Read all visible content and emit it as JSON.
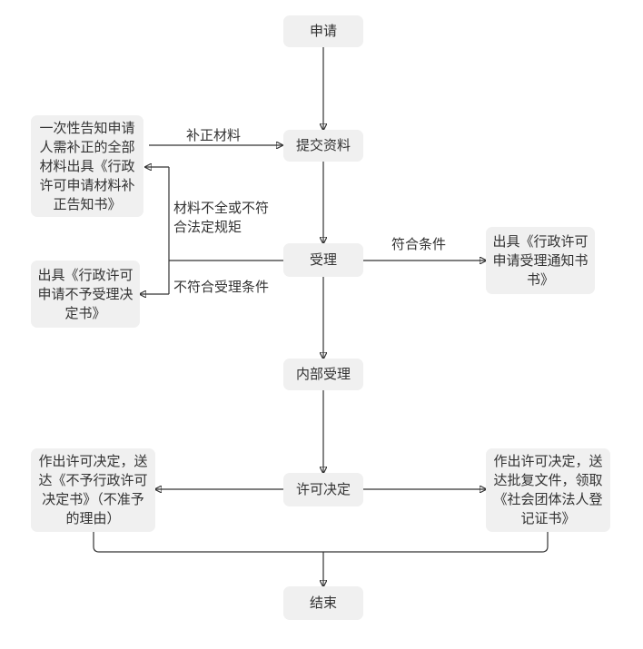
{
  "nodes": {
    "apply": "申请",
    "submit": "提交资料",
    "notify_correction": "一次性告知申请\n人需补正的全部\n材料出具《行政\n许可申请材料补\n正告知书》",
    "accept": "受理",
    "reject_notice": "出具《行政许可\n申请不予受理决\n定书》",
    "accept_notice": "出具《行政许可\n申请受理通知书\n书》",
    "internal_accept": "内部受理",
    "decision": "许可决定",
    "deny_doc": "作出许可决定，送\n达《不予行政许可\n决定书》（不准予\n的理由）",
    "approve_doc": "作出许可决定，送\n达批复文件，领取\n《社会团体法人登\n记证书》",
    "end": "结束"
  },
  "edges": {
    "correct_materials": "补正材料",
    "incomplete": "材料不全或不符\n合法定规矩",
    "not_meet": "不符合受理条件",
    "meets": "符合条件"
  }
}
